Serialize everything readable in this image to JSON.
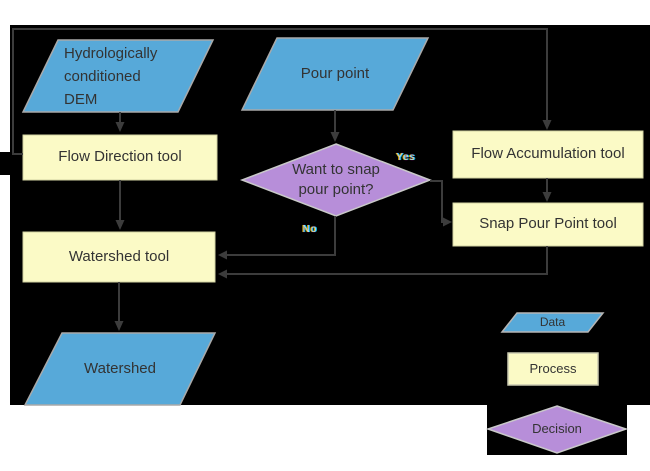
{
  "flowchart": {
    "nodes": {
      "dem": {
        "line1": "Hydrologically",
        "line2": "conditioned",
        "line3": "DEM"
      },
      "flow_direction": {
        "label": "Flow Direction tool"
      },
      "pour_point": {
        "label": "Pour point"
      },
      "flow_accumulation": {
        "label": "Flow Accumulation tool"
      },
      "snap_decision": {
        "line1": "Want to snap",
        "line2": "pour point?"
      },
      "snap_pour_point": {
        "label": "Snap Pour Point tool"
      },
      "watershed_tool": {
        "label": "Watershed tool"
      },
      "watershed_output": {
        "label": "Watershed"
      }
    },
    "branch_labels": {
      "yes": "Yes",
      "no": "No"
    },
    "legend": {
      "data": "Data",
      "process": "Process",
      "decision": "Decision"
    },
    "colors": {
      "page_background": "#ffffff",
      "canvas_background": "#000000",
      "data_fill": "#57a9d9",
      "process_fill": "#fbfac6",
      "decision_fill": "#b78ed9",
      "connector": "#3c3c3c",
      "label_text": "#333333"
    }
  }
}
